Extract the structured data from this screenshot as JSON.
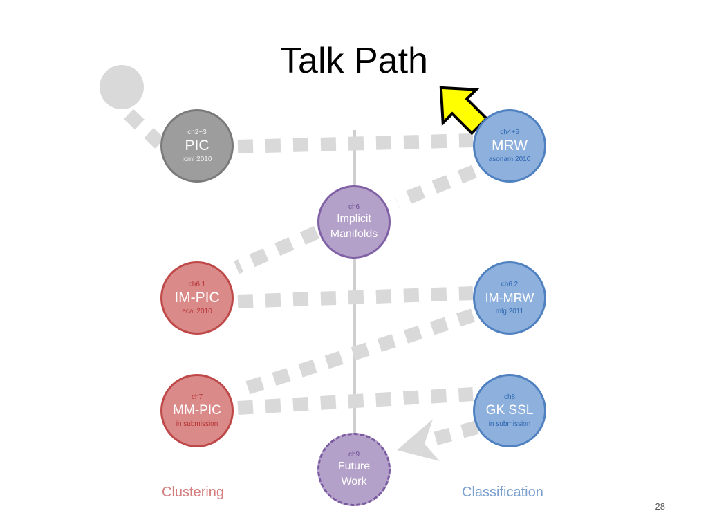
{
  "title": "Talk Path",
  "nodes": {
    "pic": {
      "chapter": "ch2+3",
      "name": "PIC",
      "venue": "icml 2010"
    },
    "mrw": {
      "chapter": "ch4+5",
      "name": "MRW",
      "venue": "asonam 2010"
    },
    "implicit": {
      "chapter": "ch6",
      "name_line1": "Implicit",
      "name_line2": "Manifolds"
    },
    "im_pic": {
      "chapter": "ch6.1",
      "name": "IM-PIC",
      "venue": "ecai 2010"
    },
    "im_mrw": {
      "chapter": "ch6.2",
      "name": "IM-MRW",
      "venue": "mlg 2011"
    },
    "mm_pic": {
      "chapter": "ch7",
      "name": "MM-PIC",
      "venue": "in submission"
    },
    "gk_ssl": {
      "chapter": "ch8",
      "name": "GK SSL",
      "venue": "in submission"
    },
    "future": {
      "chapter": "ch9",
      "name_line1": "Future",
      "name_line2": "Work"
    }
  },
  "column_labels": {
    "left": "Clustering",
    "right": "Classification"
  },
  "page_number": "28",
  "colors": {
    "gray": "#9d9d9d",
    "blue": "#8eb0dc",
    "red": "#db8a8a",
    "purple": "#b4a1c9",
    "path": "#d9d9d9",
    "arrow": "#ffff00"
  }
}
